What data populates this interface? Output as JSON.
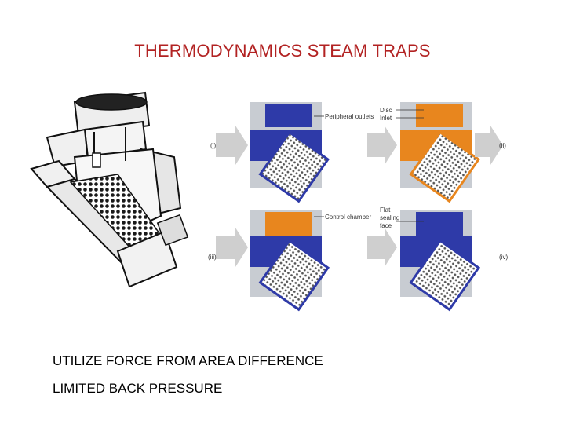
{
  "slide": {
    "title": "THERMODYNAMICS STEAM TRAPS",
    "bullets": [
      "UTILIZE FORCE FROM AREA DIFFERENCE",
      "LIMITED BACK PRESSURE"
    ]
  },
  "diagram": {
    "stages": [
      "(i)",
      "(ii)",
      "(iii)",
      "(iv)"
    ],
    "labels": {
      "peripheral_outlets": "Peripheral outlets",
      "disc": "Disc",
      "inlet": "Inlet",
      "control_chamber": "Control chamber",
      "flat_sealing_face_1": "Flat",
      "flat_sealing_face_2": "sealing",
      "flat_sealing_face_3": "face"
    },
    "colors": {
      "steam": "#e8861e",
      "condensate": "#2e3aa8",
      "body": "#c8ccd2",
      "arrow": "#c8c8c8"
    }
  }
}
